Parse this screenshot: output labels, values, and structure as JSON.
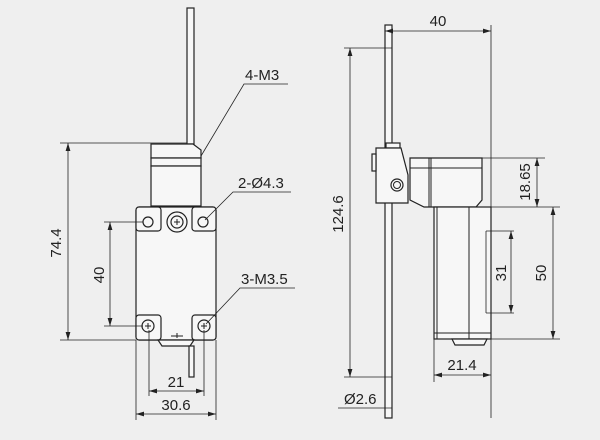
{
  "front_view": {
    "labels": {
      "thread_top": "4-M3",
      "mount_holes": "2-Ø4.3",
      "terminal_screws": "3-M3.5"
    },
    "dimensions": {
      "height": "74.4",
      "hole_spacing_v": "40",
      "screw_spacing_h": "21",
      "width": "30.6"
    }
  },
  "side_view": {
    "dimensions": {
      "depth": "40",
      "total_height": "124.6",
      "rod_diameter": "Ø2.6",
      "head_height": "18.65",
      "body_height": "50",
      "slot_height": "31",
      "body_width": "21.4"
    }
  }
}
